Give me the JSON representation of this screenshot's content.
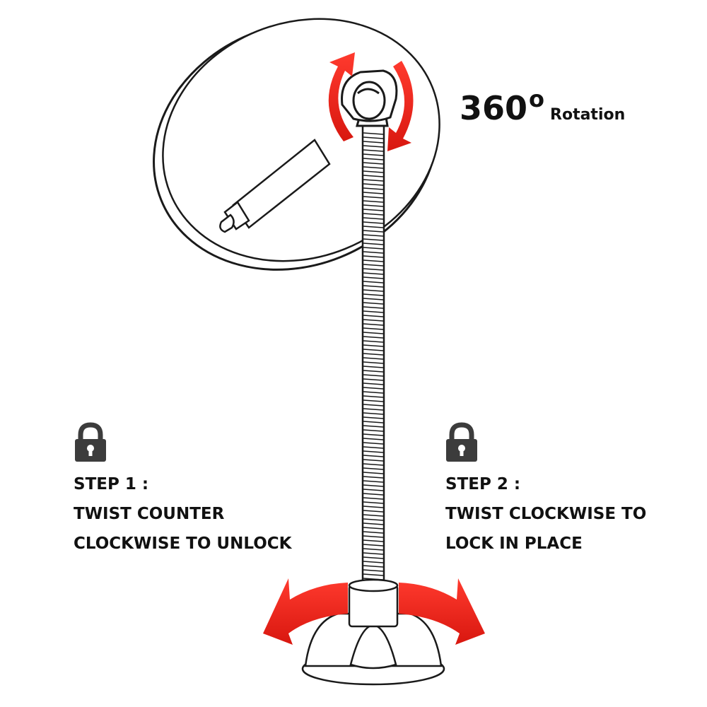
{
  "headline": {
    "number": "360",
    "degree": "o",
    "label": "Rotation"
  },
  "step1": {
    "title": "STEP 1 :",
    "line1": "TWIST COUNTER",
    "line2": "CLOCKWISE TO UNLOCK",
    "icon": "lock-icon"
  },
  "step2": {
    "title": "STEP 2 :",
    "line1": "TWIST CLOCKWISE TO",
    "line2": "LOCK IN PLACE",
    "icon": "lock-icon"
  },
  "colors": {
    "arrow": "#e8231a",
    "line": "#1a1a1a",
    "lock": "#3c3c3c"
  }
}
